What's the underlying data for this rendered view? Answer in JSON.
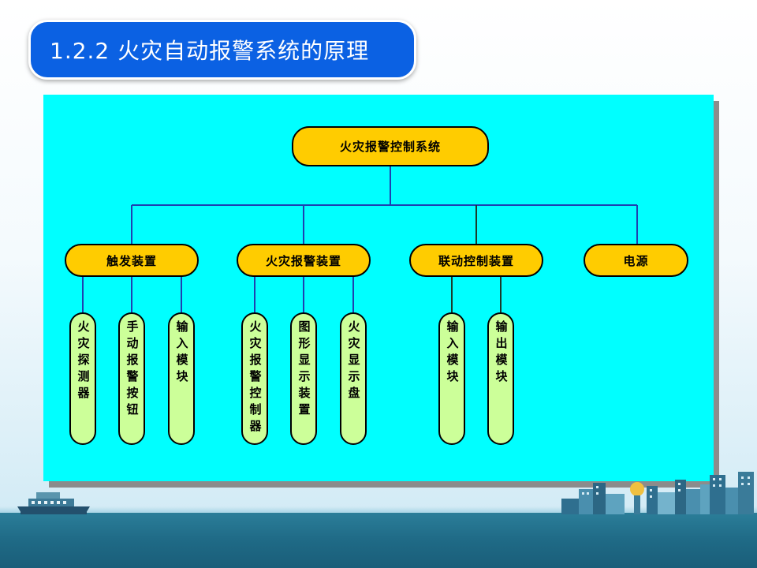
{
  "header": {
    "title": "1.2.2  火灾自动报警系统的原理"
  },
  "diagram": {
    "root": "火灾报警控制系统",
    "branches": [
      {
        "label": "触发装置",
        "children": [
          "火灾探测器",
          "手动报警按钮",
          "输入模块"
        ]
      },
      {
        "label": "火灾报警装置",
        "children": [
          "火灾报警控制器",
          "图形显示装置",
          "火灾显示盘"
        ]
      },
      {
        "label": "联动控制装置",
        "children": [
          "输入模块",
          "输出模块"
        ]
      },
      {
        "label": "电源",
        "children": []
      }
    ]
  },
  "colors": {
    "title_bg": "#0b61e3",
    "panel_bg": "#00ffff",
    "node_fill": "#ffcc00",
    "leaf_fill": "#ccff99",
    "connector_blue": "#1f3fb0",
    "connector_dark": "#1b3a2b"
  }
}
